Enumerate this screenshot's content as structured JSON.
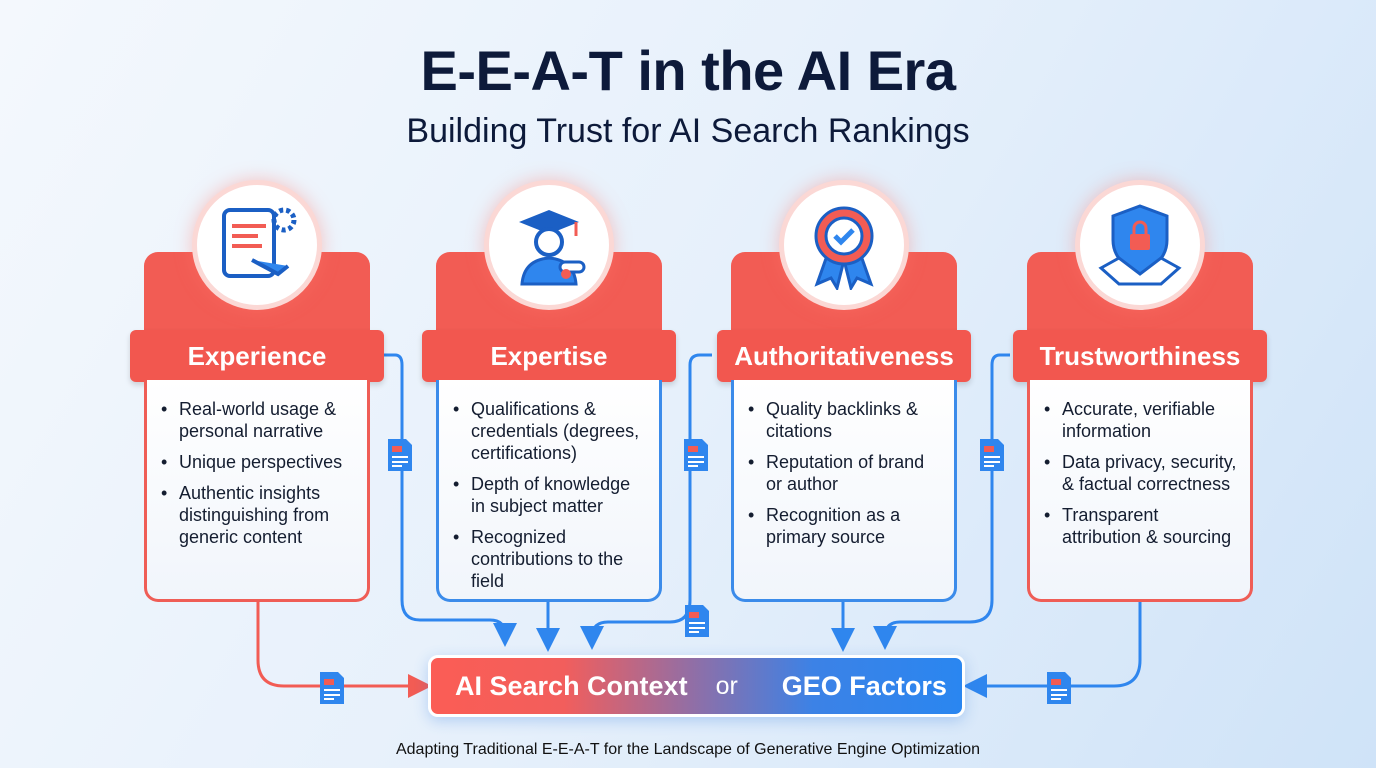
{
  "title": "E-E-A-T in the AI Era",
  "subtitle": "Building Trust for AI Search Rankings",
  "cards": [
    {
      "title": "Experience",
      "icon": "tablet-wrench-gear-icon",
      "items": [
        "Real-world usage & personal narrative",
        "Unique perspectives",
        "Authentic insights distinguishing from generic content"
      ]
    },
    {
      "title": "Expertise",
      "icon": "graduate-diploma-icon",
      "items": [
        "Qualifications & credentials (degrees, certifications)",
        "Depth of knowledge in subject matter",
        "Recognized contributions to the field"
      ]
    },
    {
      "title": "Authoritativeness",
      "icon": "award-badge-check-icon",
      "items": [
        "Quality backlinks & citations",
        "Reputation of brand or author",
        "Recognition as a primary source"
      ]
    },
    {
      "title": "Trustworthiness",
      "icon": "shield-lock-handshake-icon",
      "items": [
        "Accurate, verifiable information",
        "Data privacy, security, & factual correctness",
        "Transparent attribution & sourcing"
      ]
    }
  ],
  "context": {
    "left": "AI Search Context",
    "joiner": "or",
    "right": "GEO Factors"
  },
  "footer": "Adapting Traditional E-E-A-T for the Landscape of Generative Engine Optimization",
  "colors": {
    "red": "#f25c54",
    "blue": "#2f86ee",
    "navy": "#0d1a3a"
  }
}
